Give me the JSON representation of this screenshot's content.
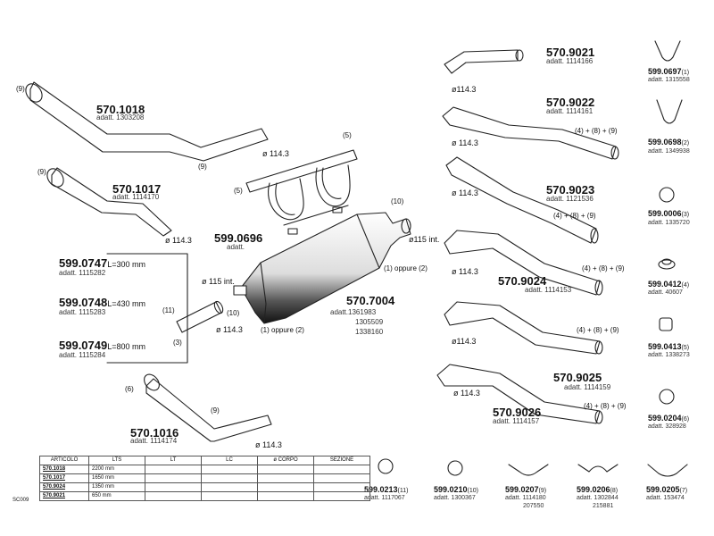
{
  "labels": {
    "p1018": {
      "code": "570.1018",
      "ref": "adatt. 1303208",
      "tag9a": "(9)",
      "tag9b": "(9)",
      "dia": "ø 114.3"
    },
    "p1017": {
      "code": "570.1017",
      "ref": "adatt. 1114170",
      "tag9": "(9)",
      "dia": "ø 114.3"
    },
    "p0696": {
      "code": "599.0696",
      "ref": "adatt.",
      "tag5a": "(5)",
      "tag5b": "(5)"
    },
    "p0747": {
      "code": "599.0747",
      "len": "L=300  mm",
      "ref": "adatt. 1115282"
    },
    "p0748": {
      "code": "599.0748",
      "len": "L=430  mm",
      "ref": "adatt. 1115283"
    },
    "p0749": {
      "code": "599.0749",
      "len": "L=800  mm",
      "ref": "adatt. 1115284"
    },
    "tag11": "(11)",
    "tag3": "(3)",
    "muffler": {
      "tag10a": "(10)",
      "tag10b": "(10)",
      "dia115int_a": "ø115  int.",
      "dia115int_b": "ø 115  int.",
      "oppure_a": "(1) oppure (2)",
      "oppure_b": "(1) oppure (2)",
      "dia_pipe": "ø 114.3",
      "code": "570.7004",
      "ref1": "adatt.1361983",
      "ref2": "1305509",
      "ref3": "1338160"
    },
    "p1016": {
      "code": "570.1016",
      "ref": "adatt. 1114174",
      "tag6": "(6)",
      "tag9": "(9)",
      "dia": "ø 114.3"
    },
    "p9021": {
      "code": "570.9021",
      "ref": "adatt. 1114166",
      "dia": "ø114.3"
    },
    "p9022": {
      "code": "570.9022",
      "ref": "adatt. 1114161",
      "extras": "(4) + (8) + (9)",
      "dia": "ø 114.3"
    },
    "p9023": {
      "code": "570.9023",
      "ref": "adatt. 1121536",
      "extras": "(4) + (8) + (9)",
      "dia": "ø 114.3"
    },
    "p9024": {
      "code": "570.9024",
      "ref": "adatt. 1114153",
      "extras": "(4) + (8) + (9)",
      "dia": "ø114.3"
    },
    "p_extra5": {
      "extras": "(4) + (8) + (9)",
      "dia": "ø 114.3"
    },
    "p9025": {
      "code": "570.9025",
      "ref": "adatt. 1114159",
      "extras": "(4) + (8) + (9)",
      "dia": "ø 114.3"
    },
    "p9026": {
      "code": "570.9026",
      "ref": "adatt. 1114157"
    }
  },
  "side_parts": [
    {
      "code": "599.0697",
      "count": "(1)",
      "ref": "adatt. 1315558"
    },
    {
      "code": "599.0698",
      "count": "(2)",
      "ref": "adatt. 1349938"
    },
    {
      "code": "599.0006",
      "count": "(3)",
      "ref": "adatt. 1335720"
    },
    {
      "code": "599.0412",
      "count": "(4)",
      "ref": "adatt. 40607"
    },
    {
      "code": "599.0413",
      "count": "(5)",
      "ref": "adatt. 1338273"
    },
    {
      "code": "599.0204",
      "count": "(6)",
      "ref": "adatt. 328928"
    }
  ],
  "bottom_parts": [
    {
      "code": "599.0213",
      "count": "(11)",
      "ref": "adatt. 1117067",
      "ref2": ""
    },
    {
      "code": "599.0210",
      "count": "(10)",
      "ref": "adatt. 1300367",
      "ref2": ""
    },
    {
      "code": "599.0207",
      "count": "(9)",
      "ref": "adatt. 1114180",
      "ref2": "207550"
    },
    {
      "code": "599.0206",
      "count": "(8)",
      "ref": "adatt. 1302844",
      "ref2": "215881"
    },
    {
      "code": "599.0205",
      "count": "(7)",
      "ref": "adatt. 153474",
      "ref2": ""
    }
  ],
  "table": {
    "headers": [
      "ARTICOLO",
      "LTS",
      "LT",
      "LC",
      "ø CORPO",
      "SEZIONE"
    ],
    "rows": [
      [
        "570.1018",
        "2200  mm",
        "",
        "",
        "",
        ""
      ],
      [
        "570.1017",
        "1650  mm",
        "",
        "",
        "",
        ""
      ],
      [
        "570.9024",
        "1350  mm",
        "",
        "",
        "",
        ""
      ],
      [
        "570.9021",
        "650  mm",
        "",
        "",
        "",
        ""
      ]
    ],
    "code": "SC009"
  }
}
